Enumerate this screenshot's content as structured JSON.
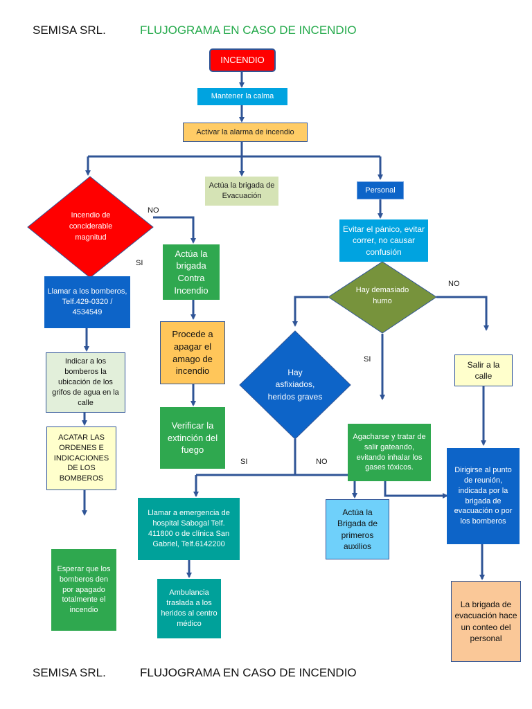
{
  "header": {
    "company": "SEMISA SRL.",
    "title": "FLUJOGRAMA EN CASO DE INCENDIO"
  },
  "footer": {
    "company": "SEMISA SRL.",
    "title": "FLUJOGRAMA EN CASO DE INCENDIO"
  },
  "nodes": {
    "incendio": "INCENDIO",
    "mantener_calma": "Mantener la calma",
    "activar_alarma": "Activar la alarma de incendio",
    "brigada_evacuacion": "Actúa la brigada de Evacuación",
    "personal": "Personal",
    "incendio_magnitud": "Incendio de conciderable magnitud",
    "brigada_contra_incendio": "Actúa la brigada Contra Incendio",
    "procede_apagar": "Procede a apagar el amago de incendio",
    "verificar_extincion": "Verificar la extinción del fuego",
    "llamar_bomberos": "Llamar a los bomberos, Telf.429-0320 / 4534549",
    "indicar_grifos": "Indicar a los bomberos la ubicación de los grifos de agua en la calle",
    "acatar_ordenes": "ACATAR LAS ORDENES E INDICACIONES DE LOS BOMBEROS",
    "esperar_bomberos": "Esperar que los bomberos den por apagado totalmente el incendio",
    "evitar_panico": "Evitar el pánico, evitar correr, no causar confusión",
    "hay_humo": "Hay demasiado humo",
    "salir_calle": "Salir a la calle",
    "hay_asfixiados": "Hay asfixiados, heridos graves",
    "agacharse": "Agacharse y tratar de salir gateando, evitando inhalar los gases tóxicos.",
    "dirigirse_punto": "Dirigirse al punto de reunión, indicada por la brigada de evacuación o por los bomberos",
    "llamar_emergencia": "Llamar a emergencia de hospital Sabogal Telf. 411800 o de clínica San Gabriel, Telf.6142200",
    "brigada_primeros_auxilios": "Actúa la Brigada de primeros auxilios",
    "ambulancia": "Ambulancia traslada a los heridos al centro médico",
    "conteo_personal": "La brigada de evacuación hace un conteo del personal"
  },
  "labels": {
    "no_1": "NO",
    "si_1": "SI",
    "no_2": "NO",
    "si_2": "SI",
    "si_3": "SI",
    "no_3": "NO"
  },
  "colors": {
    "red": "#ff0000",
    "light_blue": "#00a3e0",
    "yellow": "#ffcc66",
    "sage": "#d5e3b5",
    "blue": "#0d64c8",
    "green": "#2fa84f",
    "orange_yellow": "#ffc65a",
    "pale_green": "#e2efda",
    "pale_yellow": "#ffffcc",
    "olive": "#77933c",
    "teal": "#00a19a",
    "sky": "#6fd0fa",
    "peach": "#fac898",
    "arrow": "#2f5496",
    "header_green": "#23a94a"
  }
}
